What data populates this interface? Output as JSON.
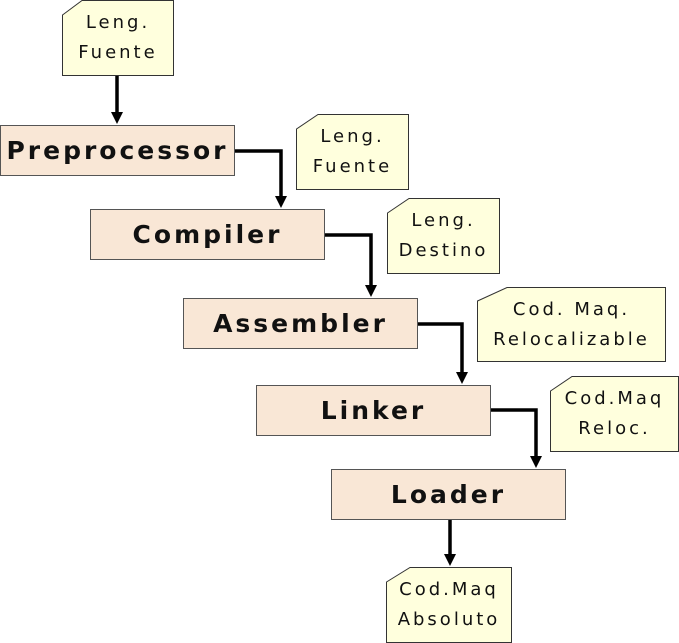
{
  "diagram": {
    "colors": {
      "stage_fill": "#f9e7d6",
      "note_fill": "#ffffdd",
      "stroke": "#000000"
    },
    "stages": [
      {
        "id": "preprocessor",
        "label": "Preprocessor"
      },
      {
        "id": "compiler",
        "label": "Compiler"
      },
      {
        "id": "assembler",
        "label": "Assembler"
      },
      {
        "id": "linker",
        "label": "Linker"
      },
      {
        "id": "loader",
        "label": "Loader"
      }
    ],
    "notes": [
      {
        "id": "input-source",
        "lines": [
          "Leng.",
          "Fuente"
        ]
      },
      {
        "id": "preprocessor-output",
        "lines": [
          "Leng.",
          "Fuente"
        ]
      },
      {
        "id": "compiler-output",
        "lines": [
          "Leng.",
          "Destino"
        ]
      },
      {
        "id": "assembler-output",
        "lines": [
          "Cod. Maq.",
          "Relocalizable"
        ]
      },
      {
        "id": "linker-output",
        "lines": [
          "Cod.Maq",
          "Reloc."
        ]
      },
      {
        "id": "loader-output",
        "lines": [
          "Cod.Maq",
          "Absoluto"
        ]
      }
    ],
    "edges": [
      {
        "from": "input-source",
        "to": "preprocessor"
      },
      {
        "from": "preprocessor",
        "to": "compiler"
      },
      {
        "from": "compiler",
        "to": "assembler"
      },
      {
        "from": "assembler",
        "to": "linker"
      },
      {
        "from": "linker",
        "to": "loader"
      },
      {
        "from": "loader",
        "to": "loader-output"
      }
    ]
  }
}
